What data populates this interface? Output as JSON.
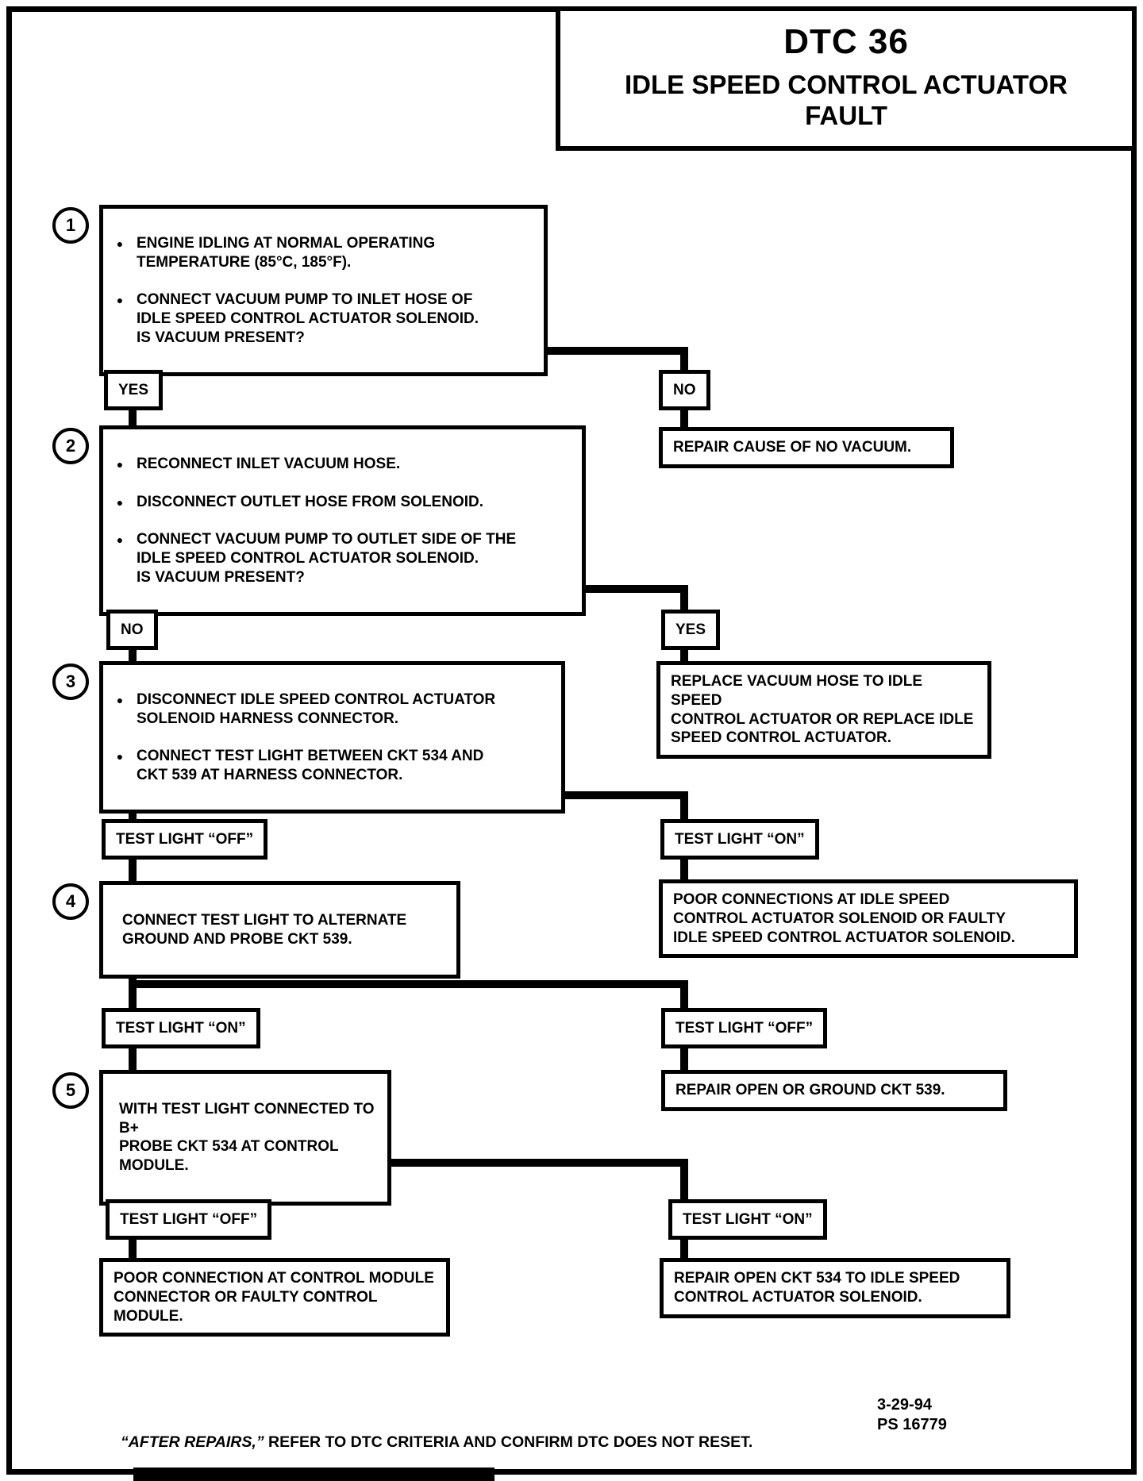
{
  "title": {
    "dtc": "DTC 36",
    "subtitle": "IDLE SPEED CONTROL ACTUATOR\nFAULT"
  },
  "icons": {
    "bullet": "●"
  },
  "steps": [
    {
      "num": "1",
      "bullets": [
        "ENGINE IDLING AT NORMAL OPERATING\nTEMPERATURE (85°C, 185°F).",
        "CONNECT VACUUM PUMP TO INLET HOSE OF\nIDLE SPEED CONTROL ACTUATOR SOLENOID.\nIS VACUUM PRESENT?"
      ]
    },
    {
      "num": "2",
      "bullets": [
        "RECONNECT INLET VACUUM HOSE.",
        "DISCONNECT OUTLET HOSE FROM SOLENOID.",
        "CONNECT VACUUM PUMP TO OUTLET SIDE OF THE\nIDLE SPEED CONTROL ACTUATOR SOLENOID.\nIS VACUUM PRESENT?"
      ]
    },
    {
      "num": "3",
      "bullets": [
        "DISCONNECT IDLE SPEED CONTROL ACTUATOR\nSOLENOID HARNESS CONNECTOR.",
        "CONNECT TEST LIGHT BETWEEN CKT 534 AND\nCKT 539 AT HARNESS CONNECTOR."
      ]
    },
    {
      "num": "4",
      "text": "CONNECT TEST LIGHT TO ALTERNATE\nGROUND AND PROBE CKT 539."
    },
    {
      "num": "5",
      "text": "WITH TEST LIGHT CONNECTED TO B+\nPROBE CKT 534 AT CONTROL MODULE."
    }
  ],
  "branch_labels": {
    "row1_left": "YES",
    "row1_right": "NO",
    "row2_left": "NO",
    "row2_right": "YES",
    "row3_left": "TEST LIGHT “OFF”",
    "row3_right": "TEST LIGHT “ON”",
    "row4_left": "TEST LIGHT “ON”",
    "row4_right": "TEST LIGHT “OFF”",
    "row5_left": "TEST LIGHT “OFF”",
    "row5_right": "TEST LIGHT “ON”"
  },
  "terminals": {
    "repair_no_vacuum": "REPAIR CAUSE OF NO VACUUM.",
    "replace_hose": "REPLACE VACUUM HOSE TO IDLE SPEED\nCONTROL ACTUATOR OR REPLACE IDLE\nSPEED CONTROL ACTUATOR.",
    "poor_connections_solenoid": "POOR CONNECTIONS AT IDLE SPEED\nCONTROL ACTUATOR SOLENOID OR FAULTY\nIDLE SPEED CONTROL ACTUATOR SOLENOID.",
    "repair_ckt_539": "REPAIR OPEN OR GROUND CKT 539.",
    "poor_connection_module": "POOR CONNECTION AT CONTROL MODULE\nCONNECTOR OR FAULTY CONTROL MODULE.",
    "repair_ckt_534": "REPAIR OPEN CKT 534 TO IDLE SPEED\nCONTROL ACTUATOR SOLENOID."
  },
  "footer": {
    "date": "3-29-94",
    "doc_number": "PS 16779",
    "note_lead": "“AFTER REPAIRS,”",
    "note_rest": " REFER TO DTC CRITERIA AND CONFIRM DTC DOES NOT RESET."
  },
  "colors": {
    "ink": "#000000",
    "paper": "#ffffff"
  }
}
